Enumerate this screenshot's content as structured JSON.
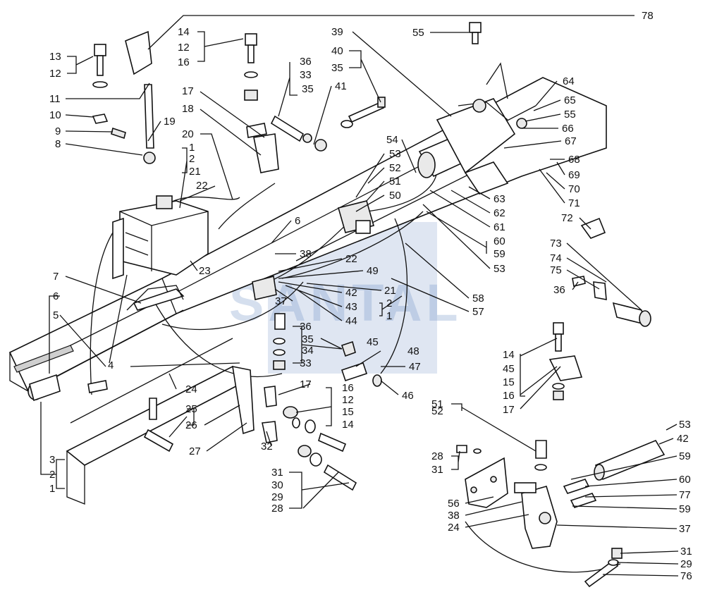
{
  "watermark": "SANTAL",
  "labels": {
    "l78": "78",
    "l14a": "14",
    "l12a": "12",
    "l16a": "16",
    "l13": "13",
    "l12b": "12",
    "l11": "11",
    "l10": "10",
    "l9": "9",
    "l8": "8",
    "l19": "19",
    "l17a": "17",
    "l18": "18",
    "l20": "20",
    "l1a": "1",
    "l2a": "2",
    "l21a": "21",
    "l22a": "22",
    "l36a": "36",
    "l33a": "33",
    "l35a": "35",
    "l41": "41",
    "l39": "39",
    "l40": "40",
    "l35b": "35",
    "l55a": "55",
    "l64": "64",
    "l65": "65",
    "l55b": "55",
    "l66": "66",
    "l67": "67",
    "l68": "68",
    "l69": "69",
    "l70": "70",
    "l71": "71",
    "l72": "72",
    "l54": "54",
    "l53a": "53",
    "l52a": "52",
    "l51a": "51",
    "l50": "50",
    "l63": "63",
    "l62": "62",
    "l61": "61",
    "l60a": "60",
    "l59a": "59",
    "l53b": "53",
    "l6a": "6",
    "l38a": "38",
    "l22b": "22",
    "l49": "49",
    "l23": "23",
    "l7": "7",
    "l6b": "6",
    "l5": "5",
    "l4": "4",
    "l37a": "37",
    "l42a": "42",
    "l43": "43",
    "l44": "44",
    "l21b": "21",
    "l2b": "2",
    "l1b": "1",
    "l58": "58",
    "l57": "57",
    "l36b": "36",
    "l35c": "35",
    "l34": "34",
    "l33b": "33",
    "l45a": "45",
    "l48": "48",
    "l47": "47",
    "l46": "46",
    "l73": "73",
    "l74": "74",
    "l75": "75",
    "l36c": "36",
    "l14b": "14",
    "l45b": "45",
    "l15a": "15",
    "l16b": "16",
    "l17b": "17",
    "l24a": "24",
    "l25": "25",
    "l26": "26",
    "l27": "27",
    "l17c": "17",
    "l16c": "16",
    "l12c": "12",
    "l15b": "15",
    "l14c": "14",
    "l32": "32",
    "l31a": "31",
    "l30": "30",
    "l29a": "29",
    "l28a": "28",
    "l3": "3",
    "l2c": "2",
    "l1c": "1",
    "l51b": "51",
    "l52b": "52",
    "l28b": "28",
    "l31b": "31",
    "l53c": "53",
    "l42b": "42",
    "l59b": "59",
    "l60b": "60",
    "l77": "77",
    "l59c": "59",
    "l56": "56",
    "l38b": "38",
    "l24b": "24",
    "l37b": "37",
    "l31c": "31",
    "l29b": "29",
    "l76": "76"
  }
}
